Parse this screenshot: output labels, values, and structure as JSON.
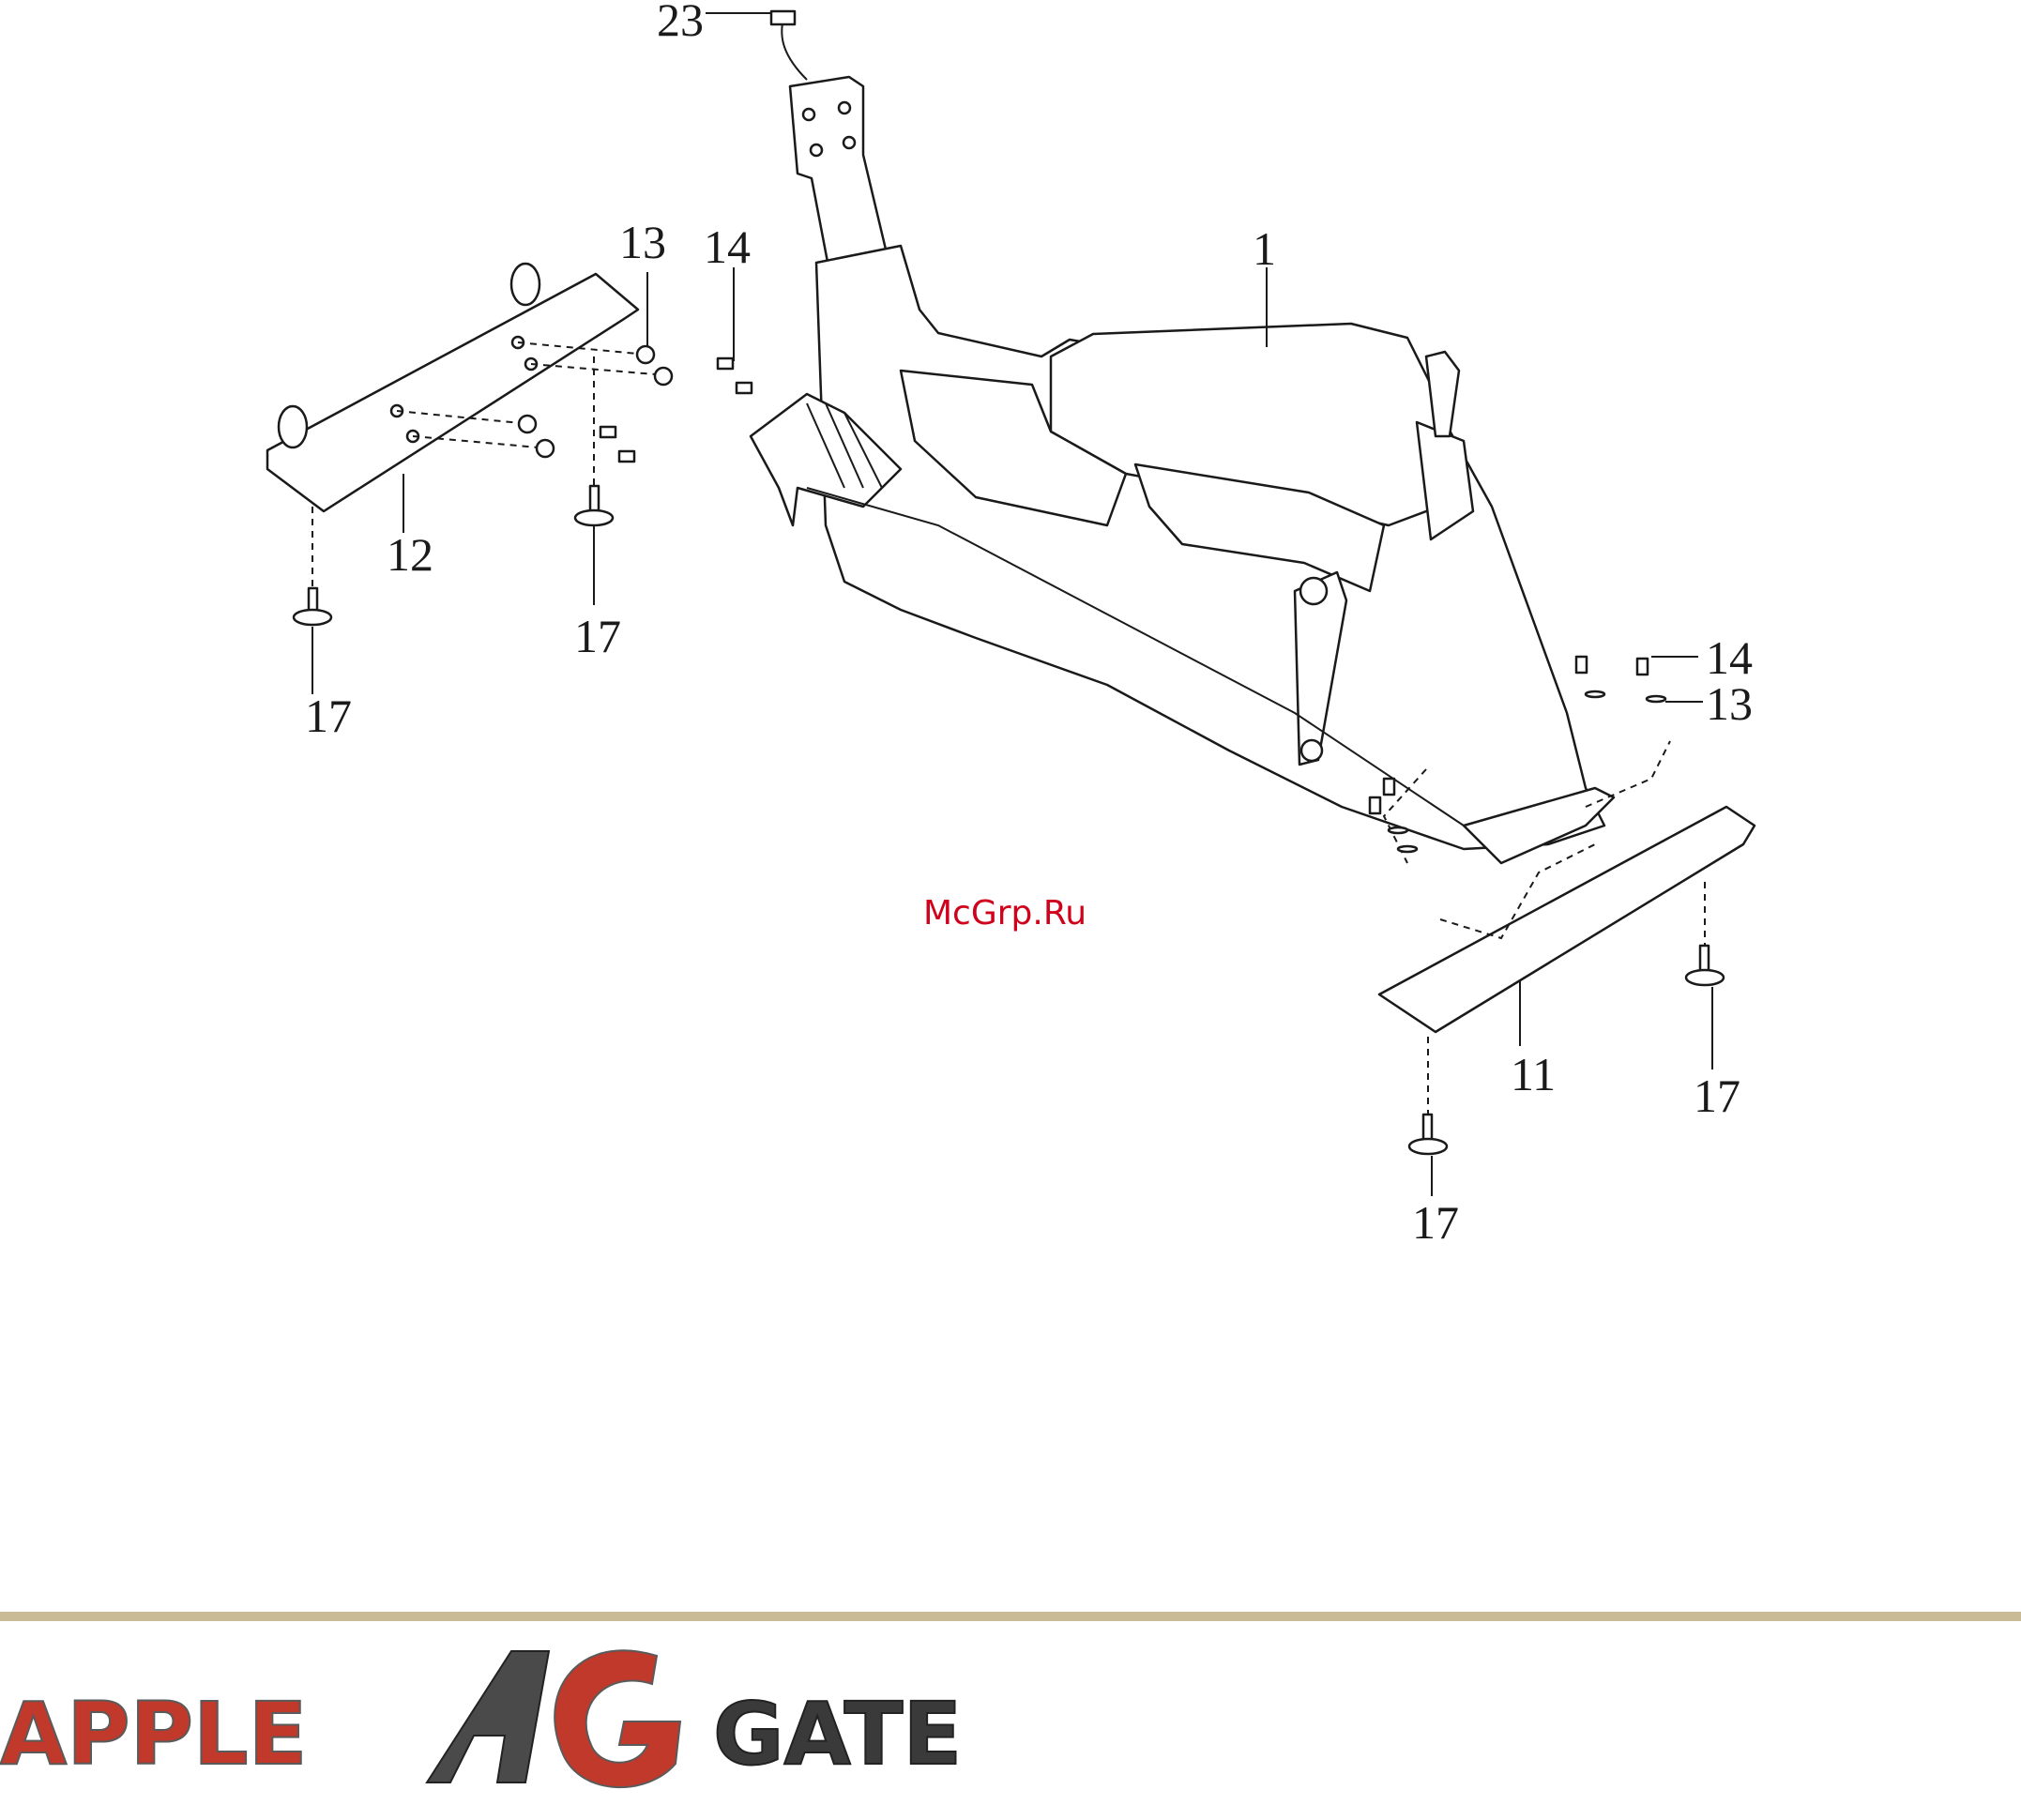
{
  "callouts": {
    "c23": "23",
    "c1": "1",
    "c13a": "13",
    "c14a": "14",
    "c12": "12",
    "c17a": "17",
    "c17b": "17",
    "c14b": "14",
    "c13b": "13",
    "c11": "11",
    "c17c": "17",
    "c17d": "17"
  },
  "watermark": "McGrp.Ru",
  "brand": {
    "left_text": "APPLE",
    "right_text": "GATE",
    "divider_color": "#c8bb95",
    "text_color": "#c0392b"
  }
}
